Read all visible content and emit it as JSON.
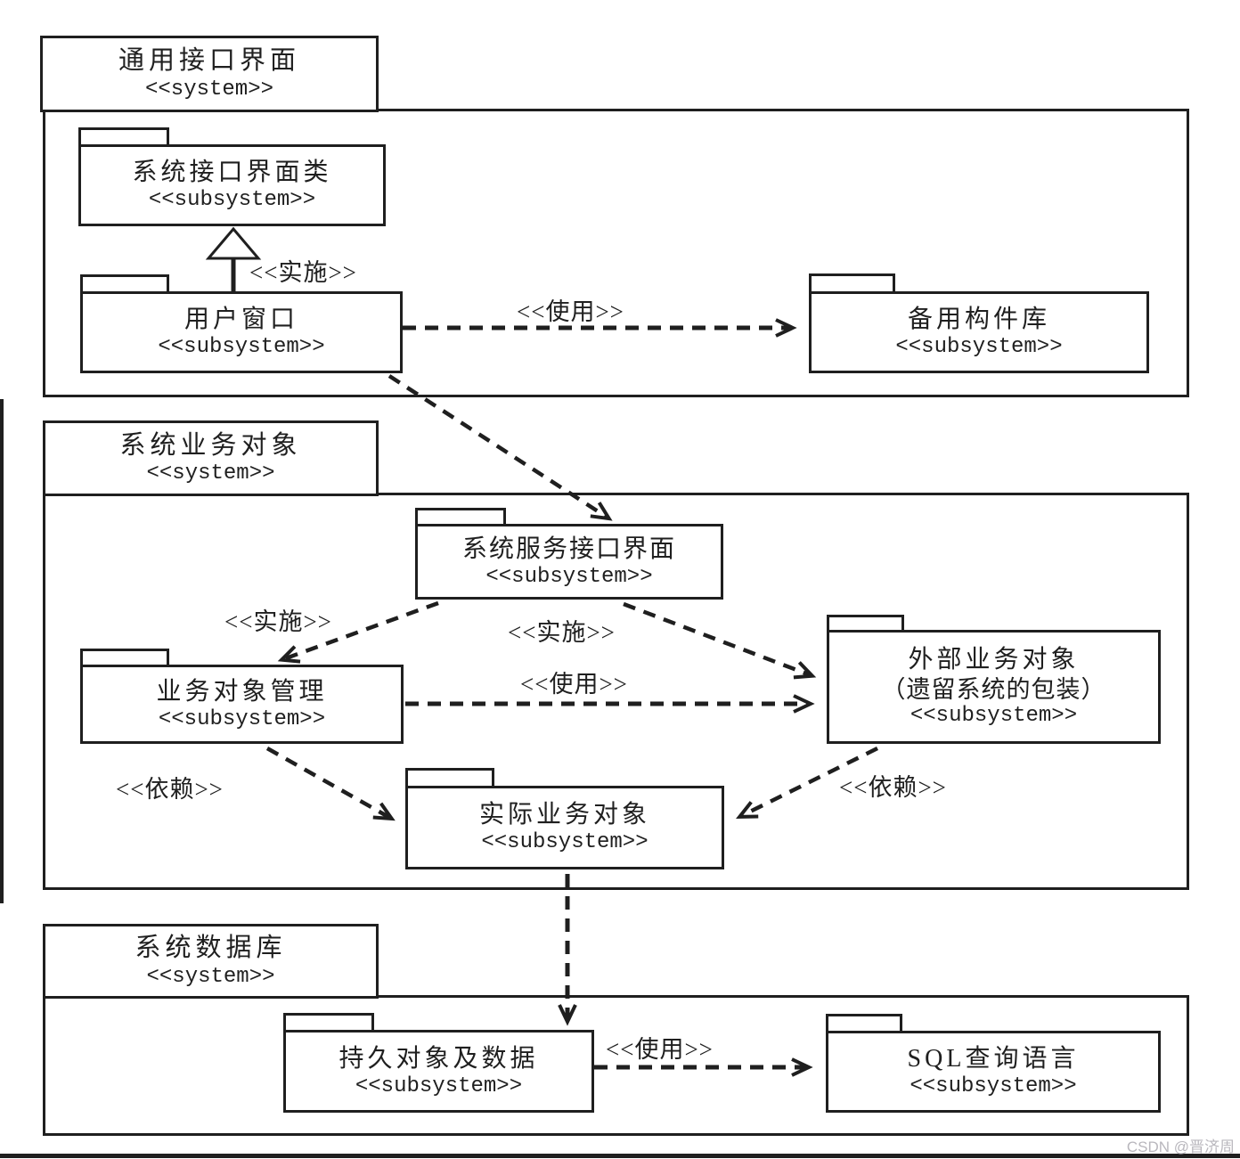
{
  "diagram": {
    "systems": [
      {
        "label": "通用接口界面",
        "stereotype": "<<system>>"
      },
      {
        "label": "系统业务对象",
        "stereotype": "<<system>>"
      },
      {
        "label": "系统数据库",
        "stereotype": "<<system>>"
      }
    ],
    "packages": [
      {
        "name": "系统接口界面类",
        "stereotype": "<<subsystem>>"
      },
      {
        "name": "用户窗口",
        "stereotype": "<<subsystem>>"
      },
      {
        "name": "备用构件库",
        "stereotype": "<<subsystem>>"
      },
      {
        "name": "系统服务接口界面",
        "stereotype": "<<subsystem>>"
      },
      {
        "name": "业务对象管理",
        "stereotype": "<<subsystem>>"
      },
      {
        "name": "外部业务对象",
        "subtitle": "（遗留系统的包装）",
        "stereotype": "<<subsystem>>"
      },
      {
        "name": "实际业务对象",
        "stereotype": "<<subsystem>>"
      },
      {
        "name": "持久对象及数据",
        "stereotype": "<<subsystem>>"
      },
      {
        "name": "SQL查询语言",
        "stereotype": "<<subsystem>>"
      }
    ],
    "labels": {
      "impl1": "<<实施>>",
      "use1": "<<使用>>",
      "impl2": "<<实施>>",
      "impl3": "<<实施>>",
      "use2": "<<使用>>",
      "dep1": "<<依赖>>",
      "dep2": "<<依赖>>",
      "use3": "<<使用>>"
    },
    "colors": {
      "line": "#1f1f1f",
      "background": "#ffffff",
      "watermark": "#b9b7bd"
    },
    "watermark": "CSDN @晋济周"
  }
}
